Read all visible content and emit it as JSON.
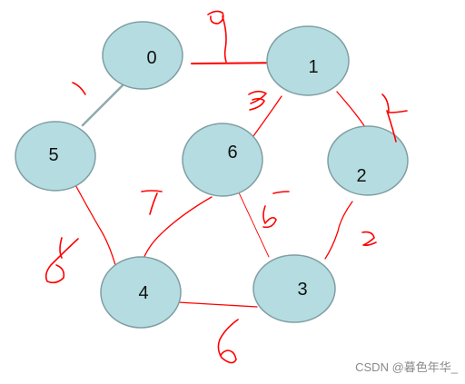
{
  "diagram": {
    "type": "weighted-undirected-graph",
    "colors": {
      "node_fill": "#b5dde1",
      "node_stroke": "#7f9ea3",
      "original_edge": "#8fa9ad",
      "handwriting": "#ff0000"
    },
    "nodes": [
      {
        "id": "0",
        "label": "0"
      },
      {
        "id": "1",
        "label": "1"
      },
      {
        "id": "2",
        "label": "2"
      },
      {
        "id": "3",
        "label": "3"
      },
      {
        "id": "4",
        "label": "4"
      },
      {
        "id": "5",
        "label": "5"
      },
      {
        "id": "6",
        "label": "6"
      }
    ],
    "edges": [
      {
        "from": "0",
        "to": "1",
        "weight": "9",
        "style": "handwritten"
      },
      {
        "from": "0",
        "to": "5",
        "weight": "1",
        "style": "original"
      },
      {
        "from": "1",
        "to": "2",
        "weight": "4",
        "style": "handwritten"
      },
      {
        "from": "1",
        "to": "6",
        "weight": "3",
        "style": "handwritten"
      },
      {
        "from": "2",
        "to": "3",
        "weight": "2",
        "style": "handwritten"
      },
      {
        "from": "6",
        "to": "3",
        "weight": "5",
        "style": "handwritten"
      },
      {
        "from": "6",
        "to": "4",
        "weight": "7",
        "style": "handwritten"
      },
      {
        "from": "5",
        "to": "4",
        "weight": "8",
        "style": "handwritten"
      },
      {
        "from": "4",
        "to": "3",
        "weight": "6",
        "style": "handwritten"
      }
    ]
  },
  "watermark": "CSDN @暮色年华_"
}
